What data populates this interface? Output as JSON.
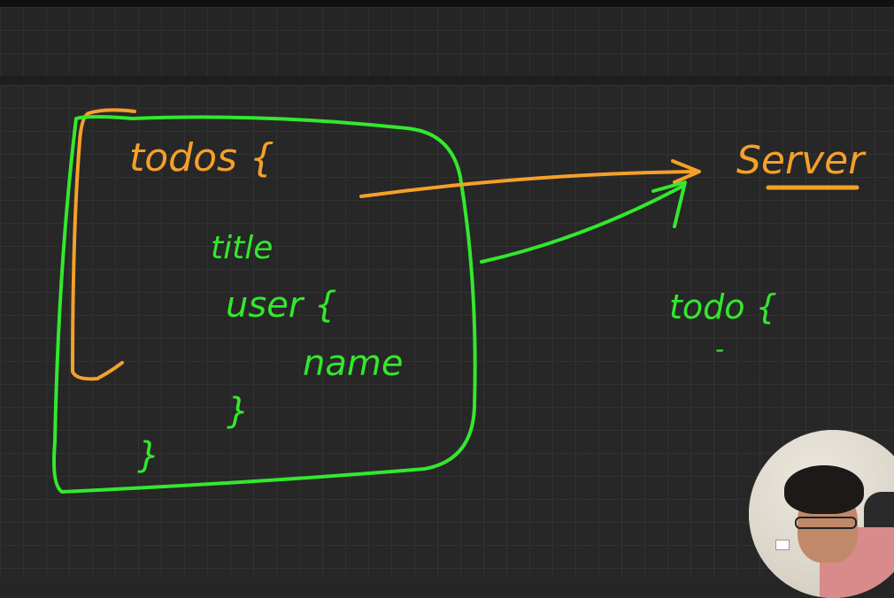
{
  "whiteboard": {
    "labels": {
      "todos": "todos {",
      "title": "title",
      "user": "user {",
      "name": "name",
      "inner_close": "}",
      "outer_close": "}",
      "server": "Server",
      "todo": "todo {",
      "dash": "-"
    },
    "colors": {
      "background": "#262626",
      "grid": "#323232",
      "green_ink": "#33e82e",
      "orange_ink": "#f5a02a"
    }
  },
  "webcam": {
    "icon": "presenter-webcam"
  }
}
